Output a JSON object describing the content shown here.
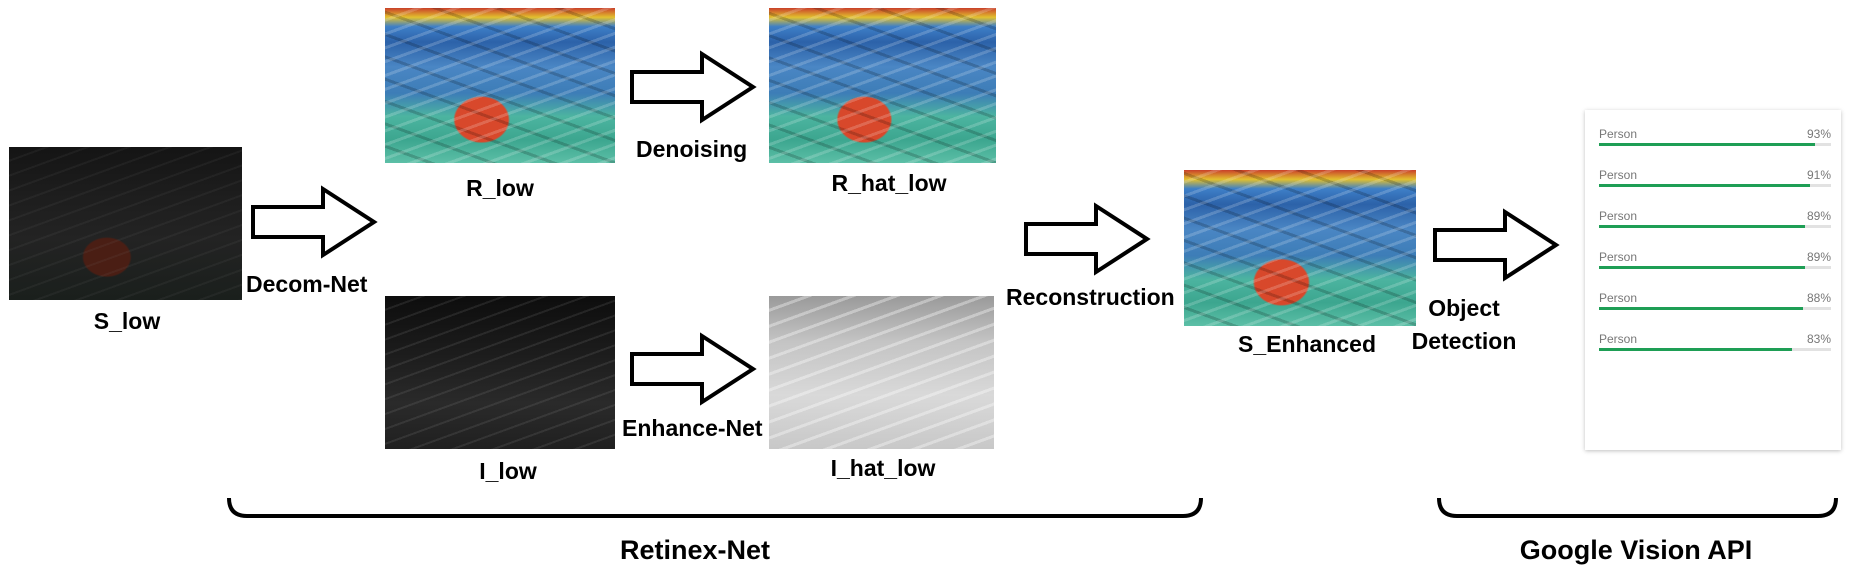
{
  "labels": {
    "s_low": "S_low",
    "decom_net": "Decom-Net",
    "r_low": "R_low",
    "denoising": "Denoising",
    "r_hat_low": "R_hat_low",
    "i_low": "I_low",
    "enhance_net": "Enhance-Net",
    "i_hat_low": "I_hat_low",
    "reconstruction": "Reconstruction",
    "s_enhanced": "S_Enhanced",
    "object_detection_1": "Object",
    "object_detection_2": "Detection"
  },
  "groups": {
    "retinex": "Retinex-Net",
    "google": "Google Vision API"
  },
  "detections": [
    {
      "label": "Person",
      "score_text": "93%",
      "score": 0.93
    },
    {
      "label": "Person",
      "score_text": "91%",
      "score": 0.91
    },
    {
      "label": "Person",
      "score_text": "89%",
      "score": 0.89
    },
    {
      "label": "Person",
      "score_text": "89%",
      "score": 0.89
    },
    {
      "label": "Person",
      "score_text": "88%",
      "score": 0.88
    },
    {
      "label": "Person",
      "score_text": "83%",
      "score": 0.83
    }
  ],
  "colors": {
    "bar_fill": "#1e9e55",
    "bar_track": "#e2e2e2"
  }
}
